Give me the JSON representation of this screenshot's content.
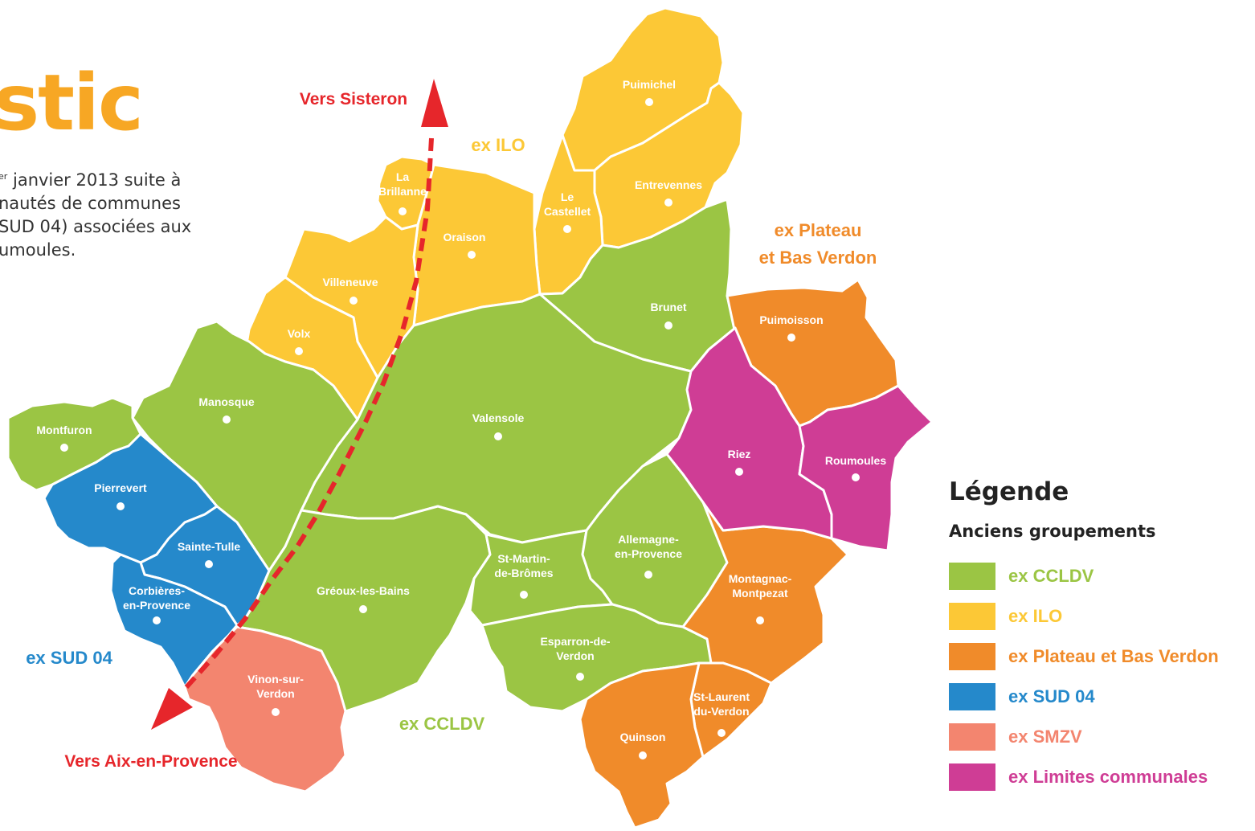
{
  "title": "stic",
  "intro": {
    "lines": [
      "er janvier 2013 suite à",
      "nautés de communes",
      "SUD 04) associées aux",
      "umoules."
    ]
  },
  "colors": {
    "CCLDV": "#9bc544",
    "ILO": "#fcc836",
    "PBV": "#f08b2a",
    "SUD04": "#2589cb",
    "SMZV": "#f3856f",
    "LIM": "#cf3d95",
    "route": "#e6262b"
  },
  "map": {
    "communes": [
      {
        "name": "Puimichel",
        "group": "ILO"
      },
      {
        "name": "Entrevennes",
        "group": "ILO"
      },
      {
        "name": "La Brillanne",
        "lines": [
          "La",
          "Brillanne"
        ],
        "group": "ILO"
      },
      {
        "name": "Le Castellet",
        "lines": [
          "Le",
          "Castellet"
        ],
        "group": "ILO"
      },
      {
        "name": "Oraison",
        "group": "ILO"
      },
      {
        "name": "Villeneuve",
        "group": "ILO"
      },
      {
        "name": "Volx",
        "group": "ILO"
      },
      {
        "name": "Brunet",
        "group": "CCLDV"
      },
      {
        "name": "Valensole",
        "group": "CCLDV"
      },
      {
        "name": "Manosque",
        "group": "CCLDV"
      },
      {
        "name": "Montfuron",
        "group": "CCLDV"
      },
      {
        "name": "Gréoux-les-Bains",
        "group": "CCLDV"
      },
      {
        "name": "St-Martin-de-Brômes",
        "lines": [
          "St-Martin-",
          "de-Brômes"
        ],
        "group": "CCLDV"
      },
      {
        "name": "Allemagne-en-Provence",
        "lines": [
          "Allemagne-",
          "en-Provence"
        ],
        "group": "CCLDV"
      },
      {
        "name": "Esparron-de-Verdon",
        "lines": [
          "Esparron-de-",
          "Verdon"
        ],
        "group": "CCLDV"
      },
      {
        "name": "Pierrevert",
        "group": "SUD04"
      },
      {
        "name": "Sainte-Tulle",
        "group": "SUD04"
      },
      {
        "name": "Corbières-en-Provence",
        "lines": [
          "Corbières-",
          "en-Provence"
        ],
        "group": "SUD04"
      },
      {
        "name": "Vinon-sur-Verdon",
        "lines": [
          "Vinon-sur-",
          "Verdon"
        ],
        "group": "SMZV"
      },
      {
        "name": "Puimoisson",
        "group": "PBV"
      },
      {
        "name": "Montagnac-Montpezat",
        "lines": [
          "Montagnac-",
          "Montpezat"
        ],
        "group": "PBV"
      },
      {
        "name": "St-Laurent-du-Verdon",
        "lines": [
          "St-Laurent",
          "du-Verdon"
        ],
        "group": "PBV"
      },
      {
        "name": "Quinson",
        "group": "PBV"
      },
      {
        "name": "Riez",
        "group": "LIM"
      },
      {
        "name": "Roumoules",
        "group": "LIM"
      }
    ],
    "group_labels": [
      {
        "text": "ex ILO",
        "lines": [
          "ex ILO"
        ],
        "group": "ILO"
      },
      {
        "text": "ex Plateau et Bas Verdon",
        "lines": [
          "ex Plateau",
          "et Bas Verdon"
        ],
        "group": "PBV"
      },
      {
        "text": "ex SUD 04",
        "lines": [
          "ex SUD 04"
        ],
        "group": "SUD04"
      },
      {
        "text": "ex CCLDV",
        "lines": [
          "ex CCLDV"
        ],
        "group": "CCLDV"
      }
    ],
    "route": {
      "north": "Vers Sisteron",
      "south": "Vers Aix-en-Provence"
    }
  },
  "legend": {
    "title": "Légende",
    "subtitle": "Anciens groupements",
    "items": [
      {
        "label": "ex CCLDV",
        "group": "CCLDV"
      },
      {
        "label": "ex ILO",
        "group": "ILO"
      },
      {
        "label": "ex Plateau et Bas Verdon",
        "group": "PBV"
      },
      {
        "label": "ex SUD 04",
        "group": "SUD04"
      },
      {
        "label": "ex SMZV",
        "group": "SMZV"
      },
      {
        "label": "ex Limites communales",
        "group": "LIM"
      }
    ]
  }
}
